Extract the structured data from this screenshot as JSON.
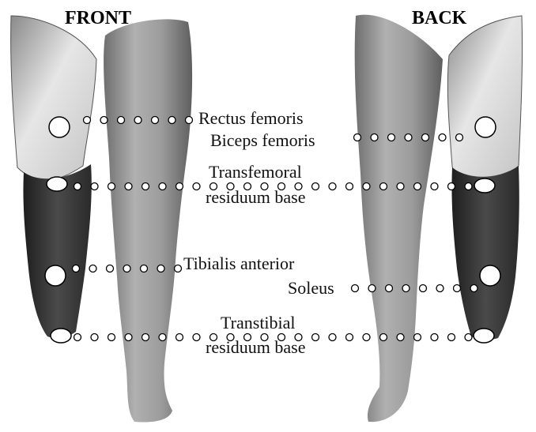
{
  "views": {
    "front": "FRONT",
    "back": "BACK"
  },
  "labels": {
    "rectus_femoris": "Rectus femoris",
    "biceps_femoris": "Biceps femoris",
    "transfemoral_line1": "Transfemoral",
    "transfemoral_line2": "residuum base",
    "tibialis_anterior": "Tibialis anterior",
    "soleus": "Soleus",
    "transtibial_line1": "Transtibial",
    "transtibial_line2": "residuum base"
  },
  "colors": {
    "thigh_socket": "#d9d9d9",
    "shank_socket": "#3c3c3c",
    "leg_skin": "#9a9a9a",
    "marker": "#ffffff"
  }
}
